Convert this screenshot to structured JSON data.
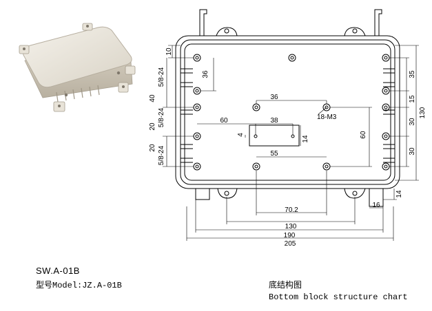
{
  "captions": {
    "model_code": "SW.A-01B",
    "model_label_cn": "型号",
    "model_label_en": "Model:JZ.A-01B",
    "drawing_title_cn": "底结构图",
    "drawing_title_en": "Bottom block structure chart"
  },
  "dimensions": {
    "overall_width": "205",
    "outer_width": "190",
    "hole_span_x": "130",
    "slot_width": "70.2",
    "overall_height": "130",
    "tab_16": "16",
    "tab_14": "14",
    "right_35": "35",
    "right_15": "15",
    "right_30a": "30",
    "right_30b": "30",
    "top_10": "10",
    "left_36": "36",
    "left_40": "40",
    "left_20a": "20",
    "left_20b": "20",
    "left_slot_a": "5/8-24",
    "left_slot_b": "5/8-24",
    "left_slot_c": "5/8-24",
    "inner_36": "36",
    "inner_38": "38",
    "inner_55": "55",
    "inner_60_h": "60",
    "inner_60_v": "60",
    "inner_4": "4",
    "inner_14": "14",
    "holes_callout": "18-M3"
  },
  "colors": {
    "line": "#000000",
    "photo_body": "#ece8df",
    "photo_shadow": "#c9c2b3"
  }
}
